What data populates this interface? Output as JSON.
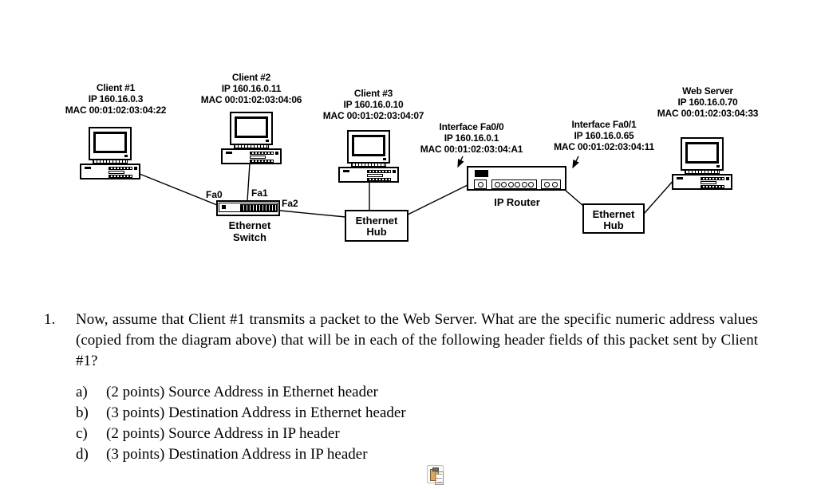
{
  "diagram": {
    "nodes": {
      "client1": {
        "title": "Client #1",
        "ip": "IP 160.16.0.3",
        "mac": "MAC 00:01:02:03:04:22"
      },
      "client2": {
        "title": "Client #2",
        "ip": "IP 160.16.0.11",
        "mac": "MAC 00:01:02:03:04:06"
      },
      "client3": {
        "title": "Client #3",
        "ip": "IP 160.16.0.10",
        "mac": "MAC 00:01:02:03:04:07"
      },
      "webserver": {
        "title": "Web Server",
        "ip": "IP 160.16.0.70",
        "mac": "MAC 00:01:02:03:04:33"
      },
      "iface_fa00": {
        "title": "Interface Fa0/0",
        "ip": "IP 160.16.0.1",
        "mac": "MAC 00:01:02:03:04:A1"
      },
      "iface_fa01": {
        "title": "Interface Fa0/1",
        "ip": "IP 160.16.0.65",
        "mac": "MAC 00:01:02:03:04:11"
      },
      "switch": {
        "caption_line1": "Ethernet",
        "caption_line2": "Switch",
        "p0": "Fa0",
        "p1": "Fa1",
        "p2": "Fa2"
      },
      "hub1": {
        "line1": "Ethernet",
        "line2": "Hub"
      },
      "hub2": {
        "line1": "Ethernet",
        "line2": "Hub"
      },
      "router": {
        "caption": "IP Router"
      }
    }
  },
  "question": {
    "number": "1.",
    "text": "Now, assume that Client #1 transmits a packet to the Web Server.  What are the specific numeric address values (copied from the diagram above) that will be in each of the following header fields of this packet sent by Client #1?",
    "items": [
      {
        "label": "a)",
        "text": "(2 points) Source Address in Ethernet header"
      },
      {
        "label": "b)",
        "text": "(3 points) Destination Address in Ethernet header"
      },
      {
        "label": "c)",
        "text": "(2 points) Source Address in IP header"
      },
      {
        "label": "d)",
        "text": "(3 points) Destination Address in IP header"
      }
    ]
  },
  "icons": {
    "clipboard": "clipboard-paste-icon"
  },
  "colors": {
    "diagram_ink": "#000000",
    "page_bg": "#ffffff",
    "clipboard_tan": "#d8a95c"
  }
}
